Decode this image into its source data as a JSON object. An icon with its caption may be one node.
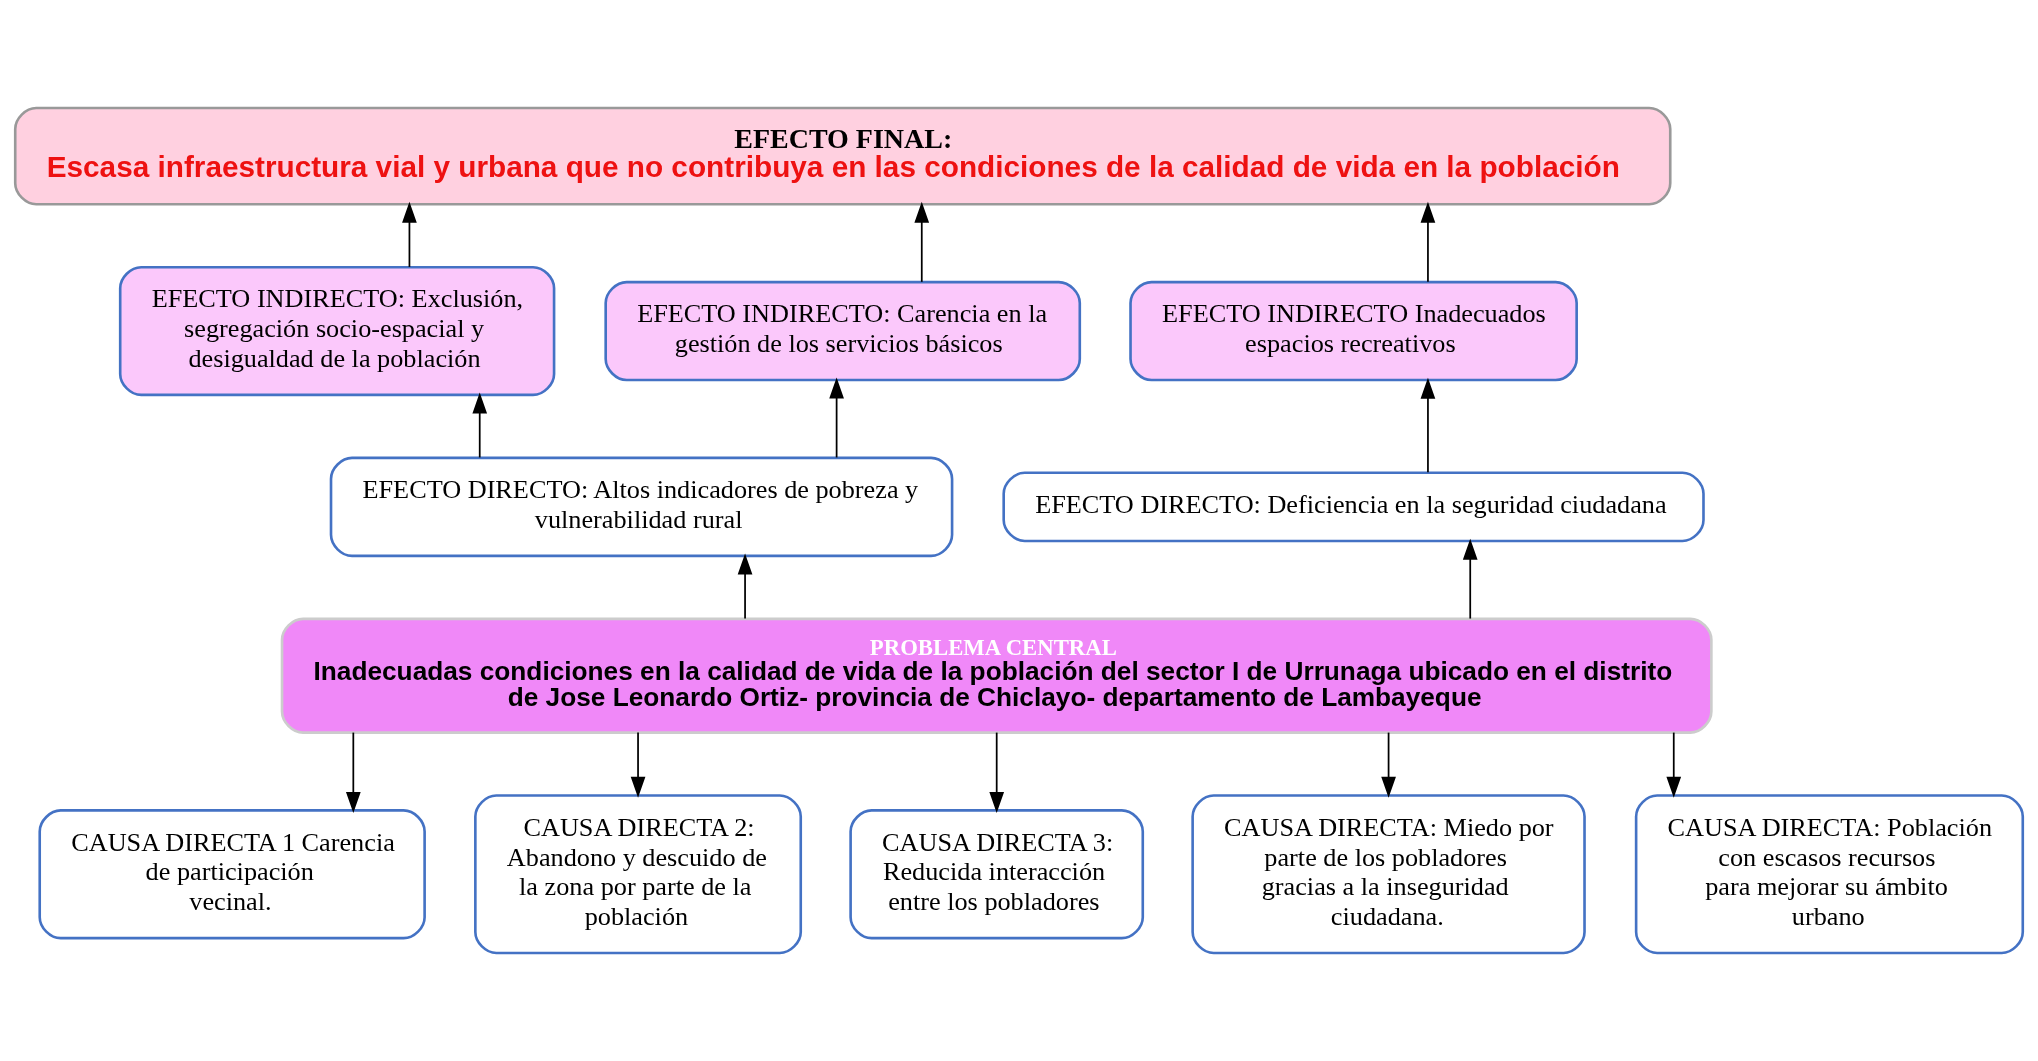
{
  "diagram": {
    "nodes": [
      {
        "text": [
          "EFECTO FINAL:",
          "Escasa infraestructura vial y urbana que no contribuya en las condiciones de la calidad de vida en la población"
        ]
      },
      {
        "text": [
          "EFECTO INDIRECTO: Exclusión, segregación socio-espacial y desigualdad de la población"
        ]
      },
      {
        "text": [
          "EFECTO INDIRECTO: Carencia en la gestión de los servicios básicos"
        ]
      },
      {
        "text": [
          "EFECTO INDIRECTO Inadecuados espacios recreativos"
        ]
      },
      {
        "text": [
          "EFECTO DIRECTO: Altos indicadores de pobreza y vulnerabilidad rural"
        ]
      },
      {
        "text": [
          "EFECTO DIRECTO: Deficiencia en la seguridad ciudadana"
        ]
      },
      {
        "text": [
          "PROBLEMA CENTRAL",
          "Inadecuadas condiciones en la calidad de vida de la población del sector I de Urrunaga ubicado en el distrito de Jose Leonardo Ortiz- provincia de Chiclayo- departamento de Lambayeque"
        ]
      },
      {
        "text": [
          "CAUSA DIRECTA 1 Carencia de participación vecinal."
        ]
      },
      {
        "text": [
          "CAUSA DIRECTA 2: Abandono y descuido de la zona por parte de la población"
        ]
      },
      {
        "text": [
          "CAUSA DIRECTA 3: Reducida interacción entre los pobladores"
        ]
      },
      {
        "text": [
          "CAUSA DIRECTA: Miedo por parte de los pobladores gracias a la inseguridad ciudadana."
        ]
      },
      {
        "text": [
          "CAUSA DIRECTA: Población con escasos recursos para mejorar su ámbito urbano"
        ]
      }
    ],
    "edges": [
      {
        "from": 1,
        "to": 0,
        "arrow": "to"
      },
      {
        "from": 2,
        "to": 0,
        "arrow": "to"
      },
      {
        "from": 3,
        "to": 0,
        "arrow": "to"
      },
      {
        "from": 4,
        "to": 1,
        "arrow": "to"
      },
      {
        "from": 4,
        "to": 2,
        "arrow": "to"
      },
      {
        "from": 5,
        "to": 3,
        "arrow": "to"
      },
      {
        "from": 6,
        "to": 4,
        "arrow": "to"
      },
      {
        "from": 6,
        "to": 5,
        "arrow": "to"
      },
      {
        "from": 6,
        "to": 7,
        "arrow": "to"
      },
      {
        "from": 6,
        "to": 8,
        "arrow": "to"
      },
      {
        "from": 6,
        "to": 9,
        "arrow": "to"
      },
      {
        "from": 6,
        "to": 10,
        "arrow": "to"
      },
      {
        "from": 6,
        "to": 11,
        "arrow": "to"
      }
    ]
  }
}
